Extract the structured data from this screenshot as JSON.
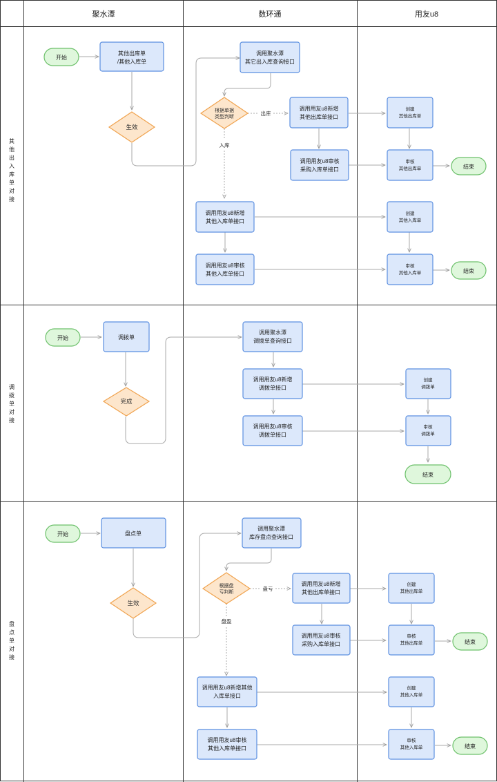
{
  "columns": {
    "col1": "聚水潭",
    "col2": "数环通",
    "col3": "用友u8"
  },
  "lanes": [
    {
      "label": [
        "其",
        "他",
        "出",
        "入",
        "库",
        "单",
        "对",
        "接"
      ],
      "start": "开始",
      "doc": [
        "其他出库单",
        "/其他入库单"
      ],
      "effect": "生效",
      "query": [
        "调用聚水潭",
        "其它出入库查询接口"
      ],
      "judge": [
        "根据单据",
        "类型判断"
      ],
      "out_label": "出库",
      "in_label": "入库",
      "out_create": [
        "调用用友u8新增",
        "其他出库单接口"
      ],
      "out_audit": [
        "调用用友u8审核",
        "采购入库单接口"
      ],
      "in_create": [
        "调用用友u8新增",
        "其他入库单接口"
      ],
      "in_audit": [
        "调用用友u8审核",
        "其他入库单接口"
      ],
      "u8_out_create": [
        "创建",
        "其他出库单"
      ],
      "u8_out_audit": [
        "审核",
        "其他出库单"
      ],
      "u8_in_create": [
        "创建",
        "其他入库单"
      ],
      "u8_in_audit": [
        "审核",
        "其他入库单"
      ],
      "end1": "结束",
      "end2": "结束"
    },
    {
      "label": [
        "调",
        "拨",
        "单",
        "对",
        "接"
      ],
      "start": "开始",
      "doc": [
        "调拨单"
      ],
      "effect": "完成",
      "query": [
        "调用聚水潭",
        "调拨单查询接口"
      ],
      "create": [
        "调用用友u8新增",
        "调拨单接口"
      ],
      "audit": [
        "调用用友u8审核",
        "调拨单接口"
      ],
      "u8_create": [
        "创建",
        "调拨单"
      ],
      "u8_audit": [
        "审核",
        "调拨单"
      ],
      "end": "结束"
    },
    {
      "label": [
        "盘",
        "点",
        "单",
        "对",
        "接"
      ],
      "start": "开始",
      "doc": [
        "盘点单"
      ],
      "effect": "生效",
      "query": [
        "调用聚水潭",
        "库存盘点查询接口"
      ],
      "judge": [
        "根据盘",
        "亏判断"
      ],
      "out_label": "盘亏",
      "in_label": "盘盈",
      "out_create": [
        "调用用友u8新增",
        "其他出库单接口"
      ],
      "out_audit": [
        "调用用友u8审核",
        "采购入库单接口"
      ],
      "in_create": [
        "调用用友u8新增其他",
        "入库单接口"
      ],
      "in_audit": [
        "调用用友u8审核",
        "其他入库单接口"
      ],
      "u8_out_create": [
        "创建",
        "其他出库单"
      ],
      "u8_out_audit": [
        "审核",
        "其他出库单"
      ],
      "u8_in_create": [
        "创建",
        "其他入库单"
      ],
      "u8_in_audit": [
        "审核",
        "其他入库单"
      ],
      "end1": "结束",
      "end2": "结束"
    }
  ]
}
